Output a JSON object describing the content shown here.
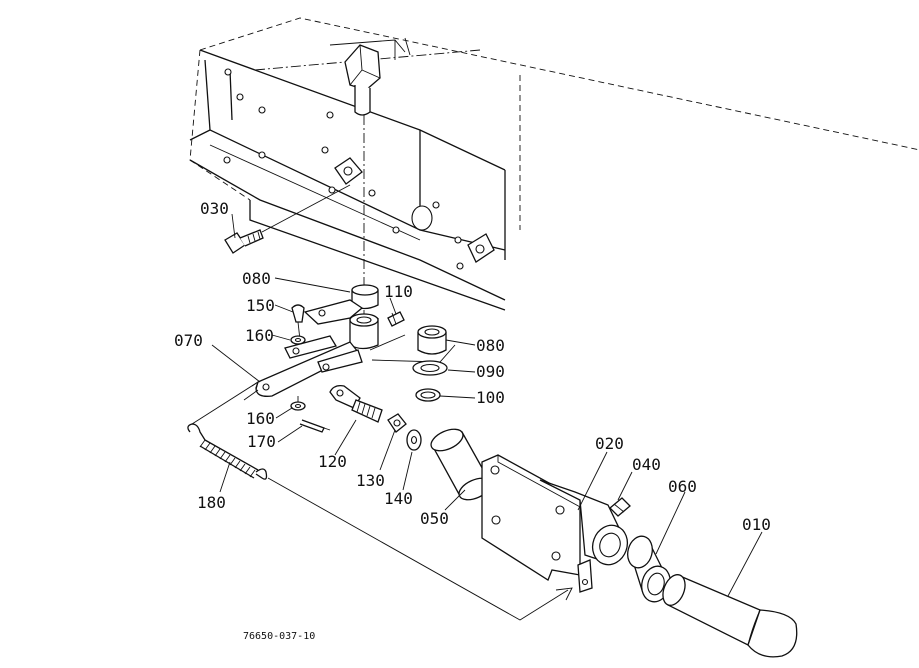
{
  "diagram": {
    "drawing_code": "76650-037-10",
    "labels": {
      "p010": "010",
      "p020": "020",
      "p030": "030",
      "p040": "040",
      "p050": "050",
      "p060": "060",
      "p070": "070",
      "p080a": "080",
      "p080b": "080",
      "p090": "090",
      "p100": "100",
      "p110": "110",
      "p120": "120",
      "p130": "130",
      "p140": "140",
      "p150": "150",
      "p160a": "160",
      "p160b": "160",
      "p170": "170",
      "p180": "180"
    }
  }
}
